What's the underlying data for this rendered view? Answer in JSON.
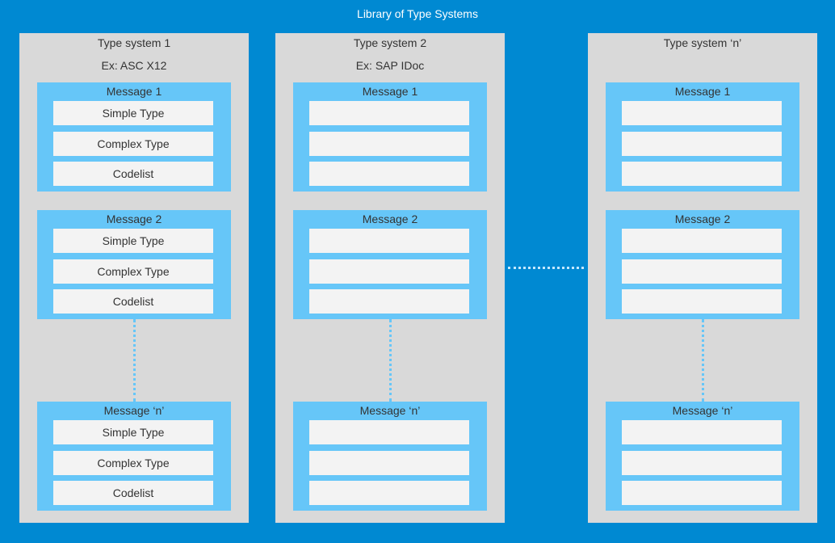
{
  "title": "Library of Type Systems",
  "systems": [
    {
      "title": "Type system 1",
      "subtitle": "Ex: ASC X12",
      "messages": [
        {
          "title": "Message 1",
          "items": [
            "Simple Type",
            "Complex Type",
            "Codelist"
          ]
        },
        {
          "title": "Message 2",
          "items": [
            "Simple Type",
            "Complex Type",
            "Codelist"
          ]
        },
        {
          "title": "Message ‘n’",
          "items": [
            "Simple Type",
            "Complex Type",
            "Codelist"
          ]
        }
      ]
    },
    {
      "title": "Type system 2",
      "subtitle": "Ex: SAP IDoc",
      "messages": [
        {
          "title": "Message 1",
          "items": [
            "",
            "",
            ""
          ]
        },
        {
          "title": "Message 2",
          "items": [
            "",
            "",
            ""
          ]
        },
        {
          "title": "Message ‘n’",
          "items": [
            "",
            "",
            ""
          ]
        }
      ]
    },
    {
      "title": "Type system ‘n’",
      "subtitle": "",
      "messages": [
        {
          "title": "Message 1",
          "items": [
            "",
            "",
            ""
          ]
        },
        {
          "title": "Message 2",
          "items": [
            "",
            "",
            ""
          ]
        },
        {
          "title": "Message ‘n’",
          "items": [
            "",
            "",
            ""
          ]
        }
      ]
    }
  ],
  "colors": {
    "background": "#0089d2",
    "system_panel": "#d9d9d9",
    "message_box": "#66c6f8",
    "type_cell": "#f3f3f3"
  }
}
